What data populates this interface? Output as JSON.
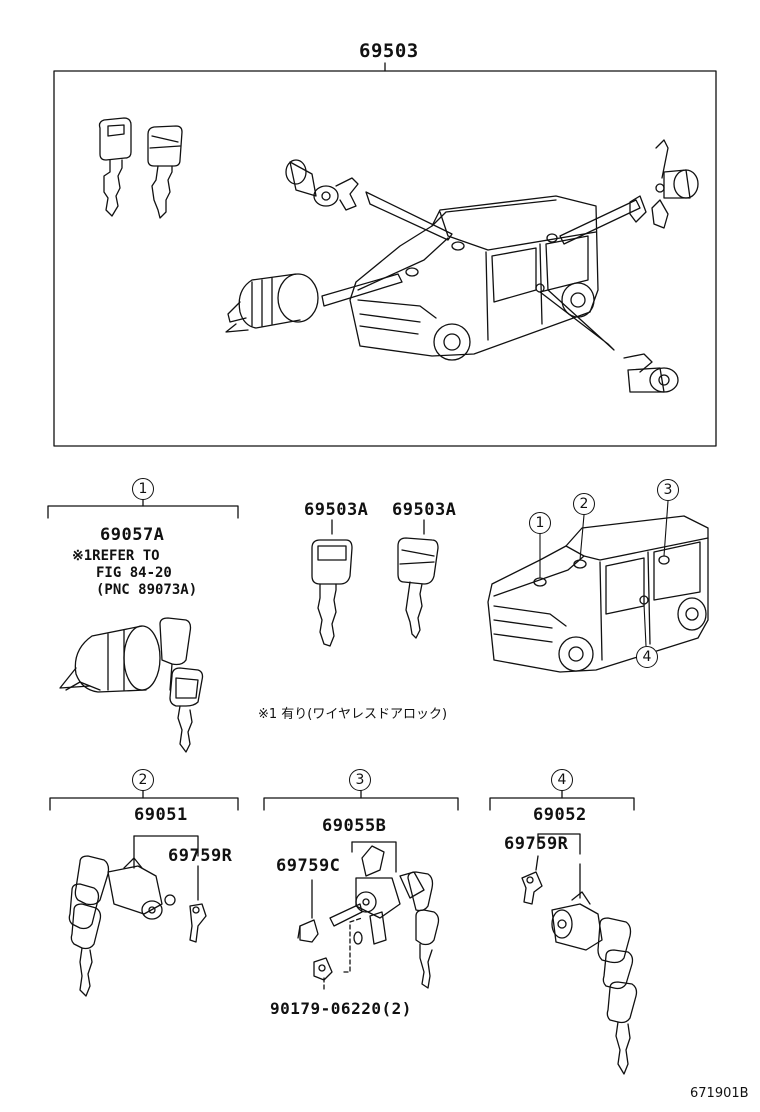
{
  "top_part_number": "69503",
  "group1": {
    "number": "1",
    "part": "69057A",
    "note_line1": "※1REFER TO",
    "note_line2": "FIG 84-20",
    "note_line3": "(PNC 89073A)"
  },
  "keys": {
    "key_a": "69503A",
    "key_b": "69503A"
  },
  "car_callouts": [
    "1",
    "2",
    "3",
    "4"
  ],
  "footnote": "※1  有り(ワイヤレスドアロック)",
  "group2": {
    "number": "2",
    "part": "69051",
    "sub_part": "69759R"
  },
  "group3": {
    "number": "3",
    "part": "69055B",
    "sub_part": "69759C",
    "bolt": "90179-06220(2)"
  },
  "group4": {
    "number": "4",
    "part": "69052",
    "sub_part": "69759R"
  },
  "diagram_code": "671901B"
}
